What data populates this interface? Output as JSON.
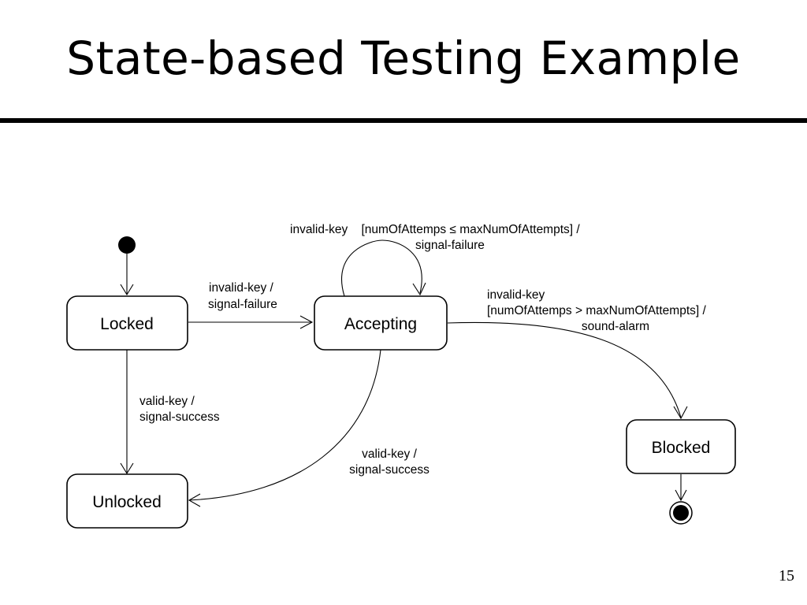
{
  "slide": {
    "title": "State-based Testing Example",
    "page_number": "15"
  },
  "states": {
    "locked": "Locked",
    "accepting": "Accepting",
    "unlocked": "Unlocked",
    "blocked": "Blocked"
  },
  "transitions": {
    "self_loop": {
      "line1": "invalid-key    [numOfAttemps ≤ maxNumOfAttempts] /",
      "line2": "signal-failure"
    },
    "locked_to_accepting": {
      "line1": "invalid-key /",
      "line2": "signal-failure"
    },
    "accepting_to_blocked": {
      "line1": "invalid-key",
      "line2": "[numOfAttemps > maxNumOfAttempts] /",
      "line3": "sound-alarm"
    },
    "locked_to_unlocked": {
      "line1": "valid-key /",
      "line2": "signal-success"
    },
    "accepting_to_unlocked": {
      "line1": "valid-key /",
      "line2": "signal-success"
    }
  }
}
